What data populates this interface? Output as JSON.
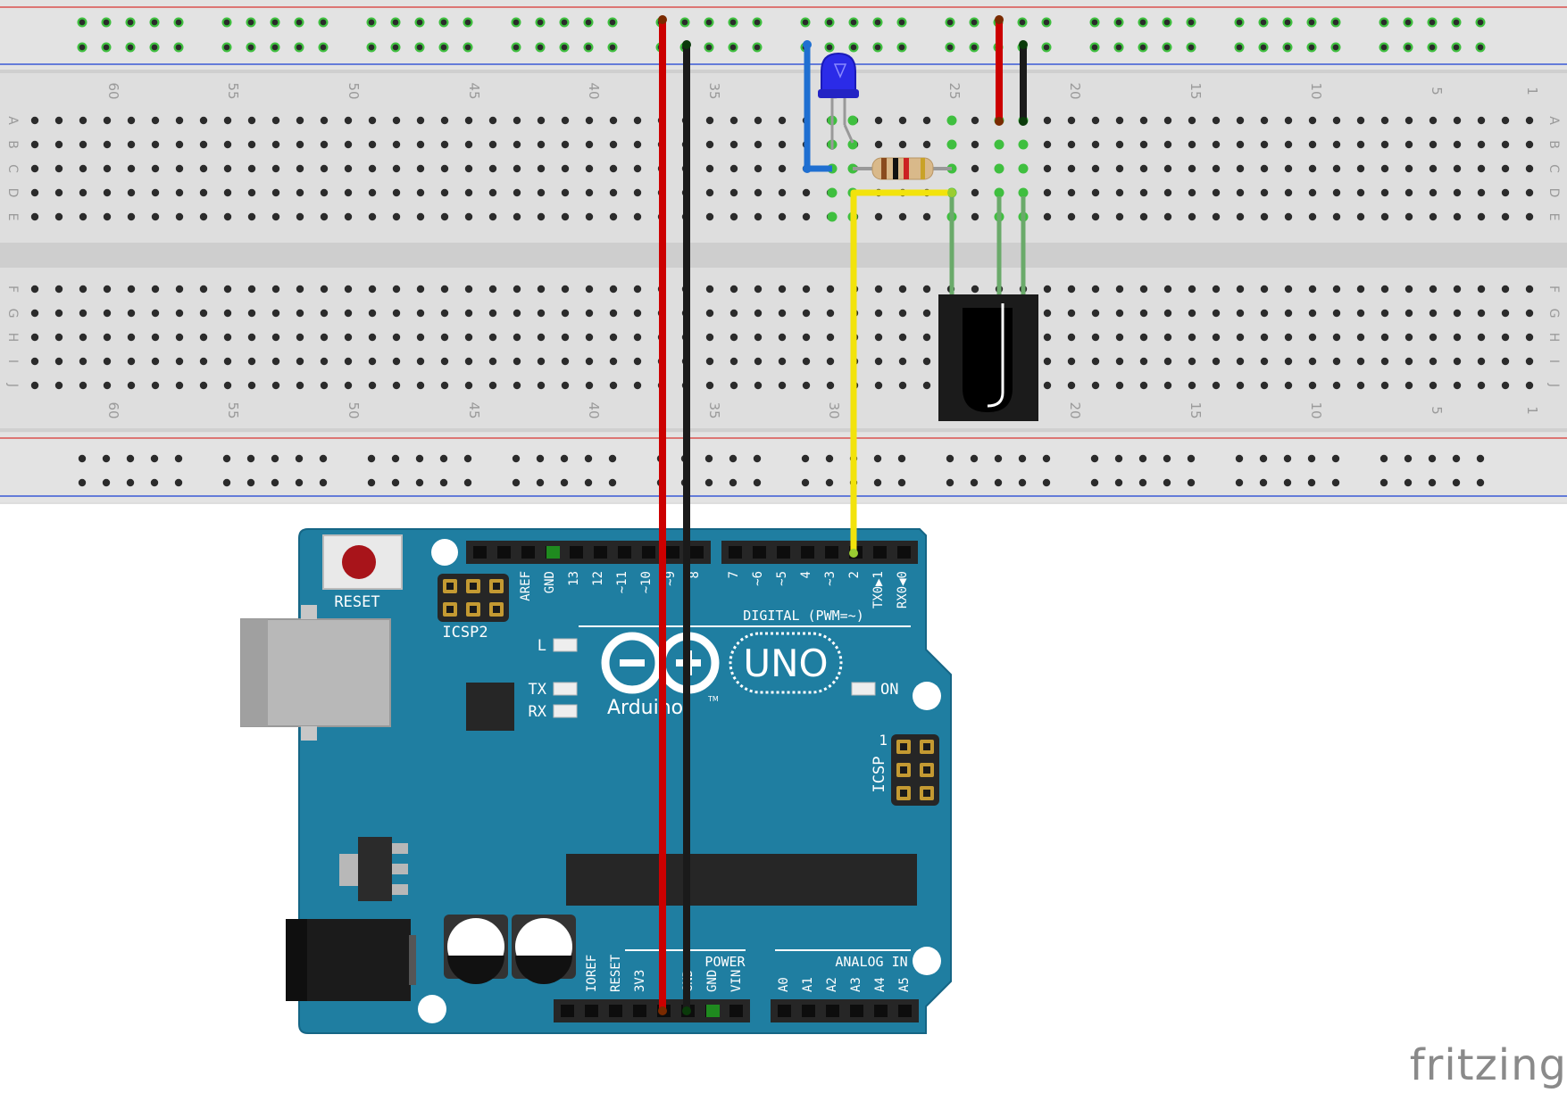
{
  "breadboard": {
    "col_numbers": [
      "60",
      "55",
      "50",
      "45",
      "40",
      "35",
      "30",
      "25",
      "20",
      "15",
      "10",
      "5",
      "1"
    ],
    "rows_top": [
      "A",
      "B",
      "C",
      "D",
      "E"
    ],
    "rows_bottom": [
      "F",
      "G",
      "H",
      "I",
      "J"
    ]
  },
  "board": {
    "reset_label": "RESET",
    "icsp2_label": "ICSP2",
    "icsp_label": "ICSP",
    "icsp_pin1": "1",
    "digital_header": [
      "AREF",
      "GND",
      "13",
      "12",
      "~11",
      "~10",
      "~9",
      "8",
      "7",
      "~6",
      "~5",
      "4",
      "~3",
      "2",
      "TX0▶1",
      "RX0◀0"
    ],
    "digital_label": "DIGITAL (PWM=~)",
    "led_l": "L",
    "led_tx": "TX",
    "led_rx": "RX",
    "led_on": "ON",
    "brand": "Arduino",
    "tm": "TM",
    "model": "UNO",
    "power_label": "POWER",
    "power_pins": [
      "IOREF",
      "RESET",
      "3V3",
      "5V",
      "GND",
      "GND",
      "VIN"
    ],
    "analog_label": "ANALOG IN",
    "analog_pins": [
      "A0",
      "A1",
      "A2",
      "A3",
      "A4",
      "A5"
    ]
  },
  "colors": {
    "board": "#1f7ea1",
    "wire_red": "#cc0000",
    "wire_black": "#1a1a1a",
    "wire_yellow": "#f2e30c",
    "wire_blue": "#1f6fd1",
    "led": "#2b2be8",
    "highlight": "#3fbf3f"
  },
  "watermark": "fritzing"
}
